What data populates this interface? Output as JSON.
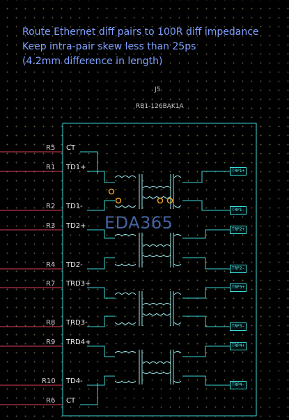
{
  "notes": [
    "Route Ethernet diff pairs to 100R diff impedance",
    "Keep intra-pair skew less than 25ps",
    "(4.2mm difference in length)"
  ],
  "component": {
    "ref": "J5",
    "part": "RB1-126BAK1A"
  },
  "pins": [
    {
      "ref": "R5",
      "pin": "CT"
    },
    {
      "ref": "R1",
      "pin": "TD1+"
    },
    {
      "ref": "R2",
      "pin": "TD1-"
    },
    {
      "ref": "R3",
      "pin": "TD2+"
    },
    {
      "ref": "R4",
      "pin": "TD2-"
    },
    {
      "ref": "R7",
      "pin": "TRD3+"
    },
    {
      "ref": "R8",
      "pin": "TRD3-"
    },
    {
      "ref": "R9",
      "pin": "TRD4+"
    },
    {
      "ref": "R10",
      "pin": "TD4-"
    },
    {
      "ref": "R6",
      "pin": "CT"
    }
  ],
  "net_tags": [
    "TRP1+",
    "TRP1-",
    "TRP2+",
    "TRP2-",
    "TRP3+",
    "TRP3-",
    "TRP4+",
    "TRP4-"
  ],
  "watermark": "EDA365",
  "colors": {
    "note": "#7fa0ff",
    "wire": "#3bd9d9",
    "red_wire": "#e0405a",
    "box": "#3bd9d9"
  }
}
